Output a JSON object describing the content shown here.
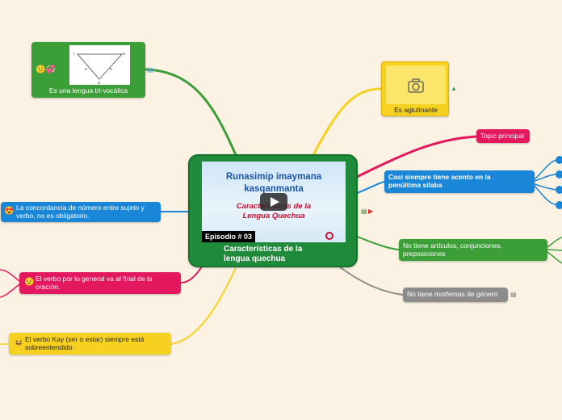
{
  "central": {
    "thumbnail_line1": "Runasimip imaymana",
    "thumbnail_line2": "kasqanmanta",
    "thumbnail_line3": "Características de la",
    "thumbnail_line4": "Lengua Quechua",
    "episode": "Episodio # 03",
    "title_line1": "Características de la",
    "title_line2": "lengua quechua"
  },
  "nodes": {
    "trivocalic": "Es una lengua tri-vocálica",
    "agglutinative": "Es aglutinante",
    "topic": "Topic principal",
    "accent_line1": "Casi siempre tiene acento en la",
    "accent_line2": "penúltima sílaba",
    "articles_line1": "No tiene artículos, conjunciones,",
    "articles_line2": "preposiciones",
    "gender": "No tiene morfemas de género",
    "agreement_line1": "La concordancia de número entre sujeto y",
    "agreement_line2": "verbo, no es obligatorio.",
    "verb_line1": "El verbo por lo general va al final de la",
    "verb_line2": "oración.",
    "kay_line1": "El verbo Kay (ser o estar) siempre está",
    "kay_line2": "sobreentendido"
  },
  "triangle_labels": [
    "i",
    "u",
    "a",
    "e",
    "o"
  ],
  "icons": {
    "agreement_emoji": "heart-eyes-emoji",
    "verb_emoji": "worried-face-emoji",
    "kay_emoji": "grinning-face-emoji",
    "trivocalic_emoji": "smile-and-hearts-emoji",
    "agglutinative_image": "camera-icon",
    "drive_icon": "google-drive-icon",
    "note_icon": "note-icon",
    "youtube_icon": "youtube-icon",
    "play_icon": "play-icon"
  },
  "colors": {
    "background": "#fbf2e3",
    "central": "#1f8a3a",
    "green": "#3c9e36",
    "yellow": "#f6d11f",
    "pink": "#e4185e",
    "blue": "#1a86d8",
    "gray": "#8c8c8c"
  }
}
